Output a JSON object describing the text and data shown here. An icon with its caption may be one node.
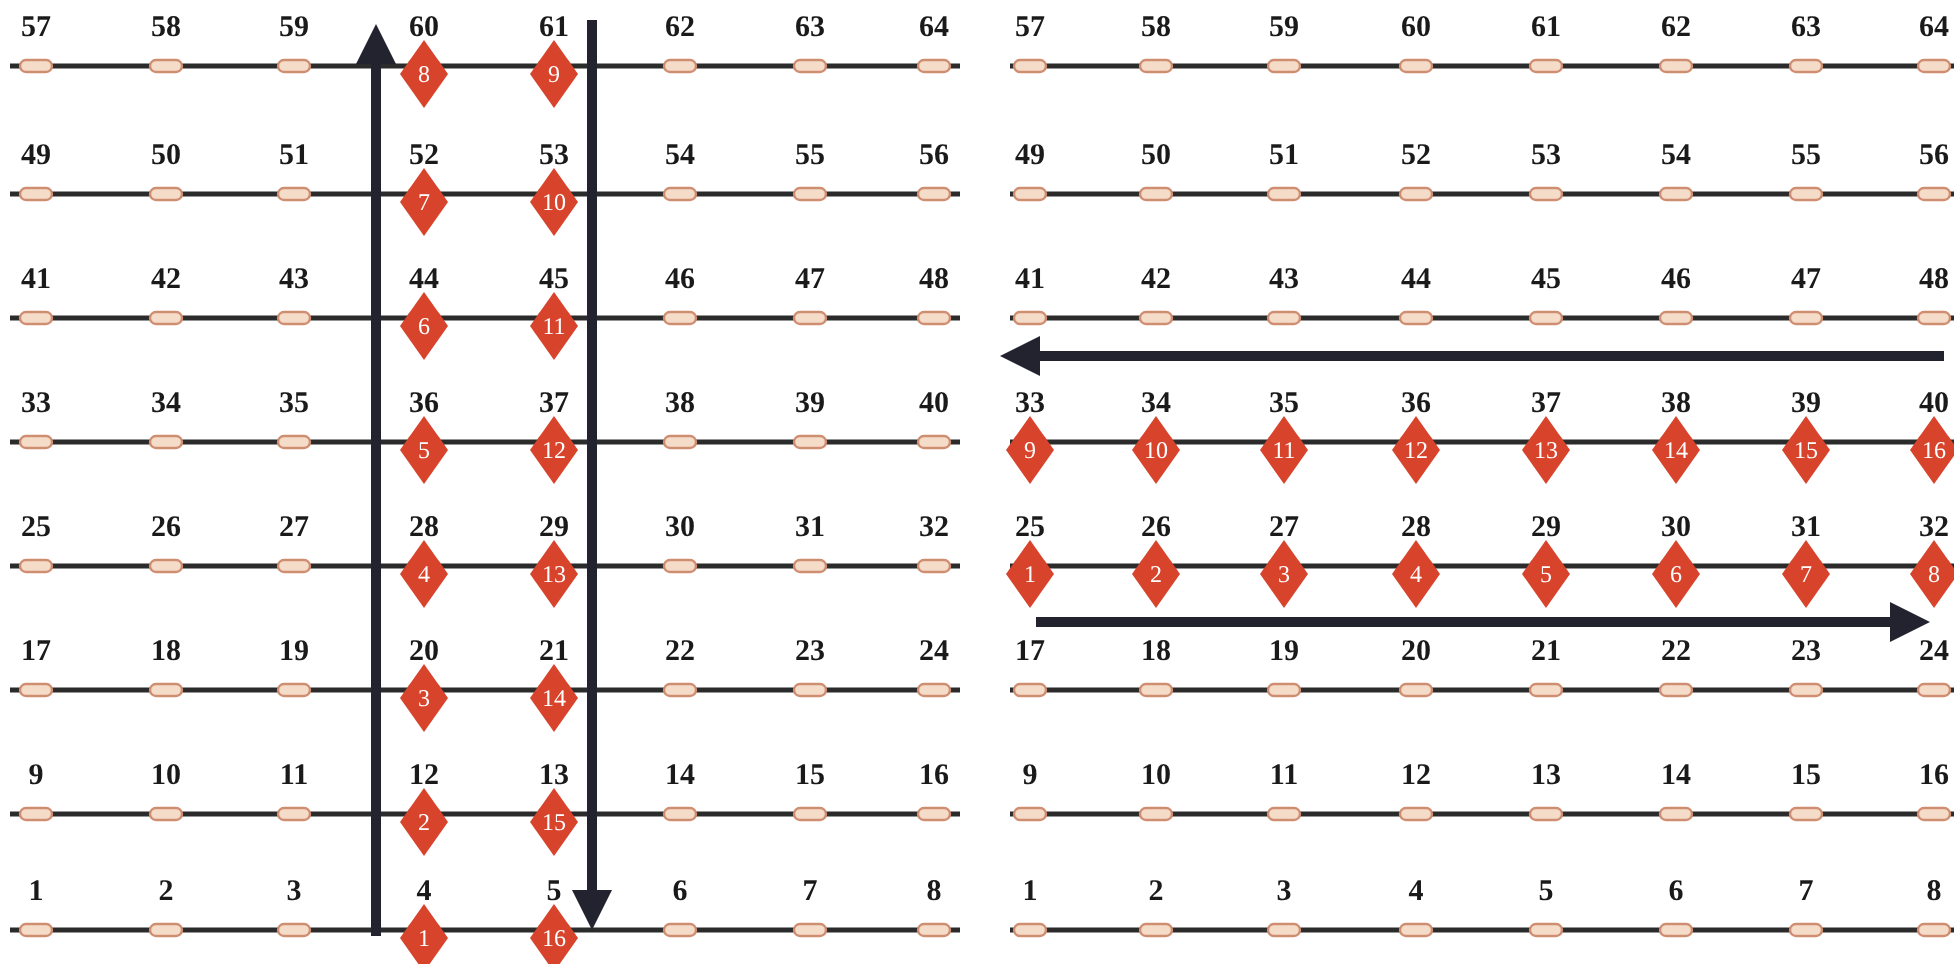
{
  "diagram": {
    "nodes": [
      {
        "text": [
          "1"
        ]
      },
      {
        "text": [
          "2"
        ]
      },
      {
        "text": [
          "3"
        ]
      },
      {
        "text": [
          "4"
        ]
      },
      {
        "text": [
          "5"
        ]
      },
      {
        "text": [
          "6"
        ]
      },
      {
        "text": [
          "7"
        ]
      },
      {
        "text": [
          "8"
        ]
      },
      {
        "text": [
          "9"
        ]
      },
      {
        "text": [
          "10"
        ]
      },
      {
        "text": [
          "11"
        ]
      },
      {
        "text": [
          "12"
        ]
      },
      {
        "text": [
          "13"
        ]
      },
      {
        "text": [
          "14"
        ]
      },
      {
        "text": [
          "15"
        ]
      },
      {
        "text": [
          "16"
        ]
      },
      {
        "text": [
          "1"
        ]
      },
      {
        "text": [
          "2"
        ]
      },
      {
        "text": [
          "3"
        ]
      },
      {
        "text": [
          "4"
        ]
      },
      {
        "text": [
          "5"
        ]
      },
      {
        "text": [
          "6"
        ]
      },
      {
        "text": [
          "7"
        ]
      },
      {
        "text": [
          "8"
        ]
      },
      {
        "text": [
          "9"
        ]
      },
      {
        "text": [
          "10"
        ]
      },
      {
        "text": [
          "11"
        ]
      },
      {
        "text": [
          "12"
        ]
      },
      {
        "text": [
          "13"
        ]
      },
      {
        "text": [
          "14"
        ]
      },
      {
        "text": [
          "15"
        ]
      },
      {
        "text": [
          "16"
        ]
      }
    ],
    "labels": [
      "57",
      "58",
      "59",
      "60",
      "61",
      "62",
      "63",
      "64",
      "49",
      "50",
      "51",
      "52",
      "53",
      "54",
      "55",
      "56",
      "41",
      "42",
      "43",
      "44",
      "45",
      "46",
      "47",
      "48",
      "33",
      "34",
      "35",
      "36",
      "37",
      "38",
      "39",
      "40",
      "25",
      "26",
      "27",
      "28",
      "29",
      "30",
      "31",
      "32",
      "17",
      "18",
      "19",
      "20",
      "21",
      "22",
      "23",
      "24",
      "9",
      "10",
      "11",
      "12",
      "13",
      "14",
      "15",
      "16",
      "1",
      "2",
      "3",
      "4",
      "5",
      "6",
      "7",
      "8",
      "57",
      "58",
      "59",
      "60",
      "61",
      "62",
      "63",
      "64",
      "49",
      "50",
      "51",
      "52",
      "53",
      "54",
      "55",
      "56",
      "41",
      "42",
      "43",
      "44",
      "45",
      "46",
      "47",
      "48",
      "33",
      "34",
      "35",
      "36",
      "37",
      "38",
      "39",
      "40",
      "25",
      "26",
      "27",
      "28",
      "29",
      "30",
      "31",
      "32",
      "17",
      "18",
      "19",
      "20",
      "21",
      "22",
      "23",
      "24",
      "9",
      "10",
      "11",
      "12",
      "13",
      "14",
      "15",
      "16",
      "1",
      "2",
      "3",
      "4",
      "5",
      "6",
      "7",
      "8"
    ]
  }
}
